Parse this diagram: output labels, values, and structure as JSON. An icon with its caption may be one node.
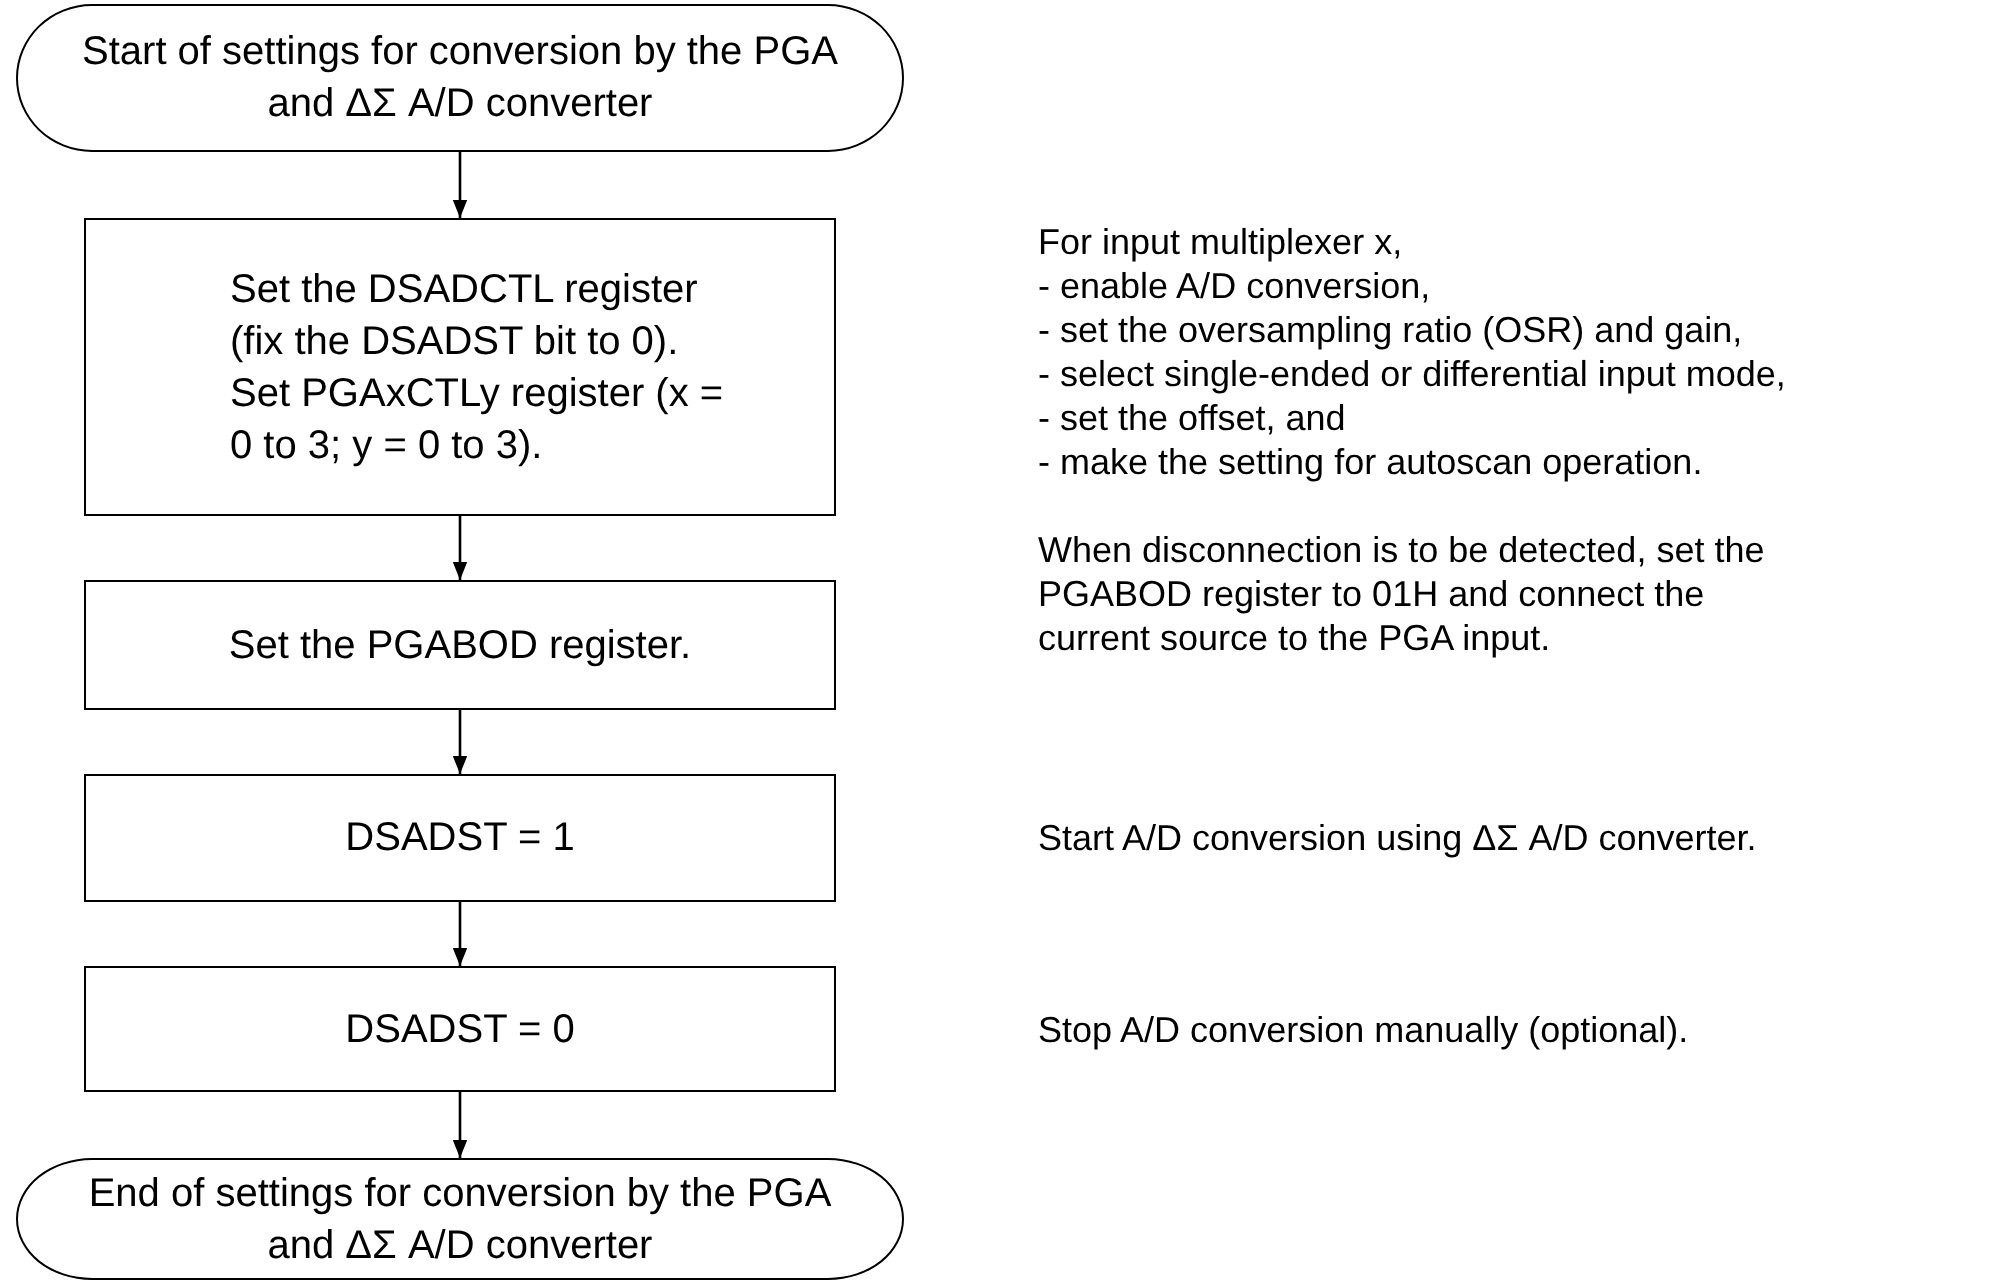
{
  "diagram": {
    "nodes": [
      {
        "text": [
          "Start of settings for conversion by the PGA and ΔΣ A/D converter"
        ]
      },
      {
        "text": [
          "Set the DSADCTL register (fix the DSADST bit to 0).",
          "Set PGAxCTLy register (x = 0 to 3; y = 0 to 3)."
        ],
        "beside": [
          "For input multiplexer x,",
          "- enable A/D conversion,",
          "- set the oversampling ratio (OSR) and gain,",
          "- select single-ended or differential input mode,",
          "- set the offset, and",
          "- make the setting for autoscan operation."
        ]
      },
      {
        "text": [
          "Set the PGABOD register."
        ]
      },
      {
        "text": [
          "DSADST = 1"
        ]
      },
      {
        "text": [
          "DSADST = 0"
        ]
      },
      {
        "text": [
          "End of settings for conversion by the PGA and ΔΣ A/D converter"
        ]
      }
    ],
    "edges": [
      {
        "from": 0,
        "to": 1,
        "arrow": "to"
      },
      {
        "from": 1,
        "to": 2,
        "arrow": "to"
      },
      {
        "from": 2,
        "to": 3,
        "arrow": "to"
      },
      {
        "from": 3,
        "to": 4,
        "arrow": "to"
      },
      {
        "from": 4,
        "to": 5,
        "arrow": "to"
      }
    ],
    "labels": [
      "When disconnection is to be detected, set the PGABOD register to 01H and connect the current source to the PGA input.",
      "Start A/D conversion using ΔΣ A/D converter.",
      "Stop A/D conversion manually (optional)."
    ]
  }
}
